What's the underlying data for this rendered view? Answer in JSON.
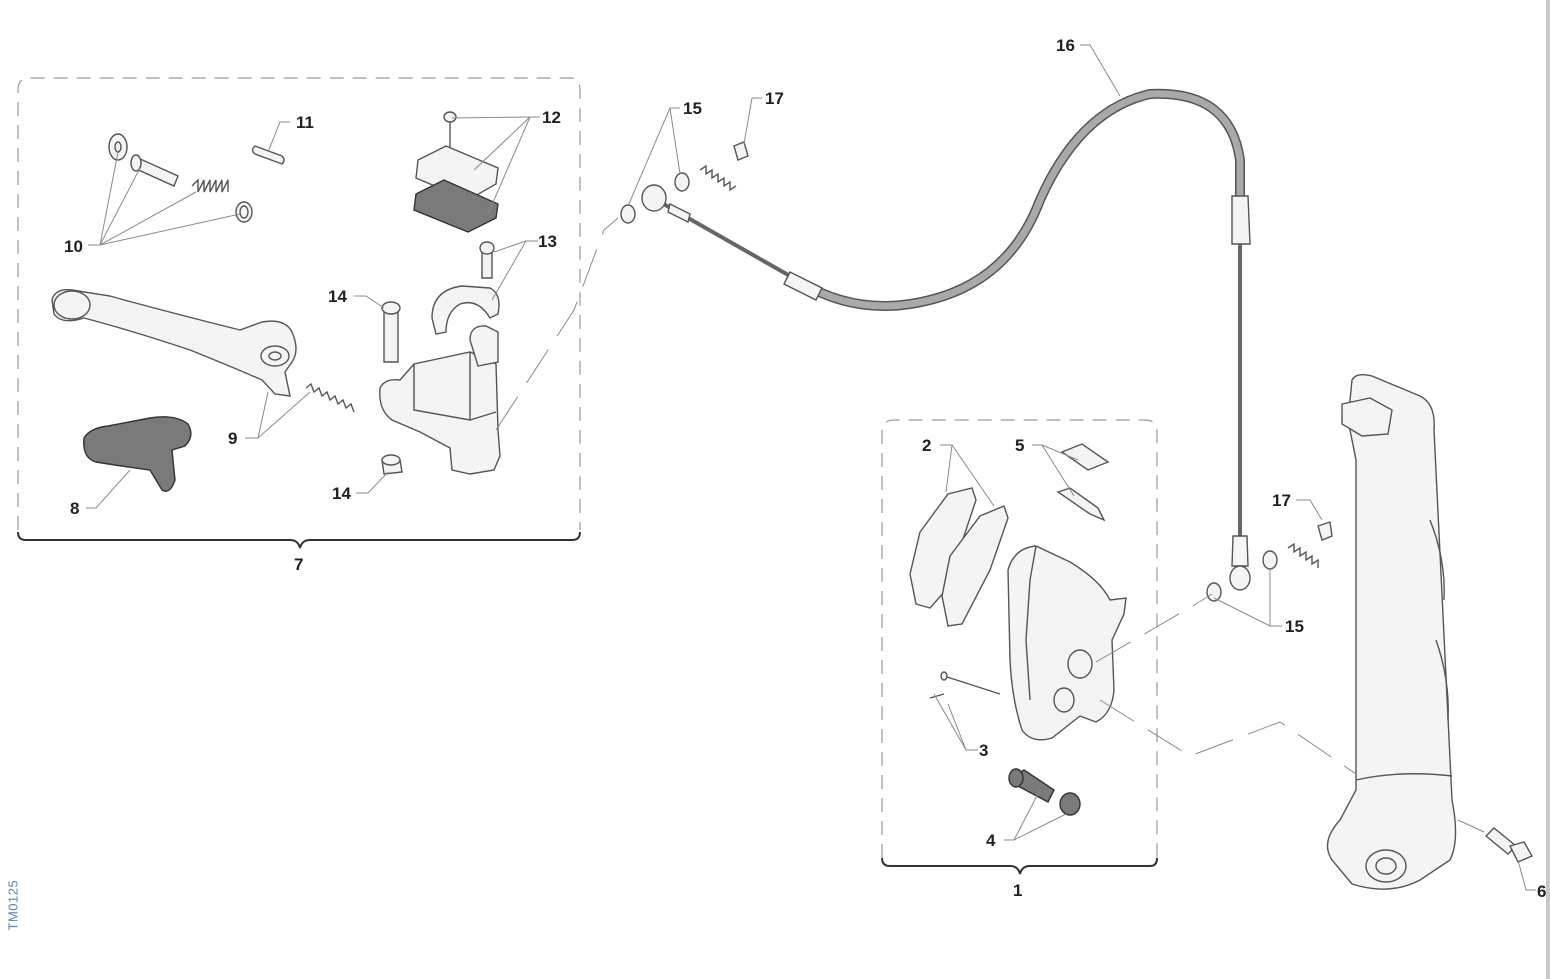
{
  "drawing_code": "TM0125",
  "callouts": {
    "c1": "1",
    "c2": "2",
    "c3": "3",
    "c4": "4",
    "c5": "5",
    "c6": "6",
    "c7": "7",
    "c8": "8",
    "c9": "9",
    "c10": "10",
    "c11": "11",
    "c12": "12",
    "c13": "13",
    "c14a": "14",
    "c14b": "14",
    "c15a": "15",
    "c15b": "15",
    "c16": "16",
    "c17a": "17",
    "c17b": "17"
  }
}
